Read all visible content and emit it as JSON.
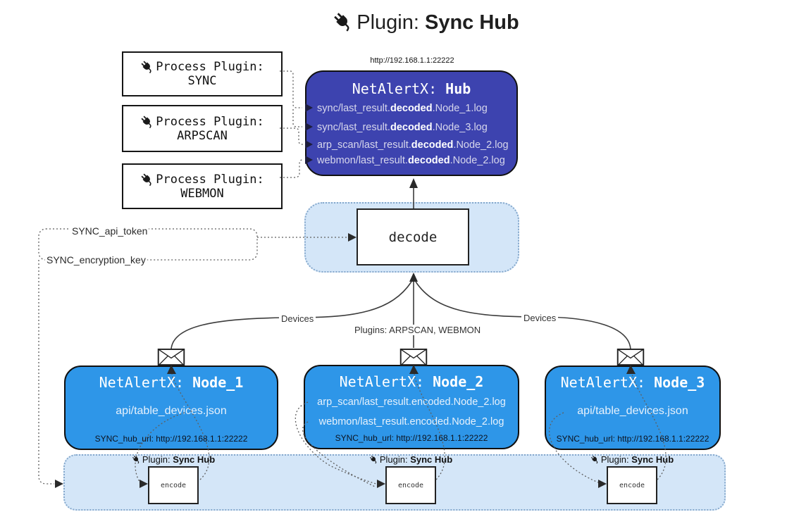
{
  "title": {
    "prefix": "Plugin: ",
    "bold": "Sync Hub"
  },
  "hub": {
    "url": "http://192.168.1.1:22222",
    "title_prefix": "NetAlertX: ",
    "title_bold": "Hub",
    "logs": [
      {
        "pre": "sync/last_result.",
        "bold": "decoded",
        "post": ".Node_1.log"
      },
      {
        "pre": "sync/last_result.",
        "bold": "decoded",
        "post": ".Node_3.log"
      },
      {
        "pre": "arp_scan/last_result.",
        "bold": "decoded",
        "post": ".Node_2.log"
      },
      {
        "pre": "webmon/last_result.",
        "bold": "decoded",
        "post": ".Node_2.log"
      }
    ]
  },
  "process_plugins": [
    {
      "label": "Process Plugin:",
      "name": "SYNC"
    },
    {
      "label": "Process Plugin:",
      "name": "ARPSCAN"
    },
    {
      "label": "Process Plugin:",
      "name": "WEBMON"
    }
  ],
  "decode": {
    "label": "decode"
  },
  "tokens": {
    "api_token": "SYNC_api_token",
    "encryption_key": "SYNC_encryption_key"
  },
  "edges": {
    "devices_left": "Devices",
    "devices_right": "Devices",
    "plugins": "Plugins: ARPSCAN, WEBMON"
  },
  "nodes": [
    {
      "title_prefix": "NetAlertX: ",
      "title_bold": "Node_1",
      "lines": [
        "api/table_devices.json"
      ],
      "footer": "SYNC_hub_url: http://192.168.1.1:22222"
    },
    {
      "title_prefix": "NetAlertX: ",
      "title_bold": "Node_2",
      "lines": [
        "arp_scan/last_result.encoded.Node_2.log",
        "webmon/last_result.encoded.Node_2.log"
      ],
      "footer": "SYNC_hub_url: http://192.168.1.1:22222"
    },
    {
      "title_prefix": "NetAlertX: ",
      "title_bold": "Node_3",
      "lines": [
        "api/table_devices.json"
      ],
      "footer": "SYNC_hub_url: http://192.168.1.1:22222"
    }
  ],
  "encode_section": {
    "plugin_prefix": "Plugin: ",
    "plugin_bold": "Sync Hub",
    "encode_label": "encode"
  },
  "colors": {
    "hub_fill": "#3d43af",
    "node_fill": "#2e96e8",
    "container_fill": "#d4e6f8",
    "line": "#3c3c3c"
  }
}
